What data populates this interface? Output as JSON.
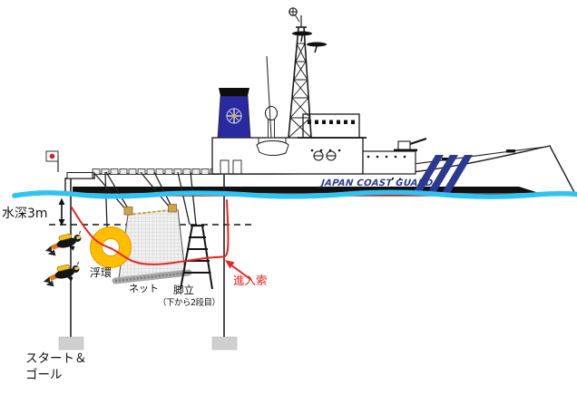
{
  "diagram": {
    "labels": {
      "water_depth": "水深3m",
      "life_ring": "浮環",
      "net": "ネット",
      "ladder": "脚立",
      "ladder_note": "（下から2段目）",
      "entry_rope": "進入索",
      "start_goal_line1": "スタート＆",
      "start_goal_line2": "ゴール",
      "ship_name": "JAPAN COAST GUARD"
    },
    "colors": {
      "water": "#2FC3F2",
      "waterline_red": "#C11414",
      "rope_red": "#E8261E",
      "ring_yellow": "#FFBE00",
      "ring_edge": "#E29D00",
      "navy": "#2B3990",
      "funnel_navy": "#2A2AA0",
      "net_gray": "#C8C8C8",
      "block_gray": "#CFCFCF",
      "float_tan": "#CFA050"
    }
  }
}
